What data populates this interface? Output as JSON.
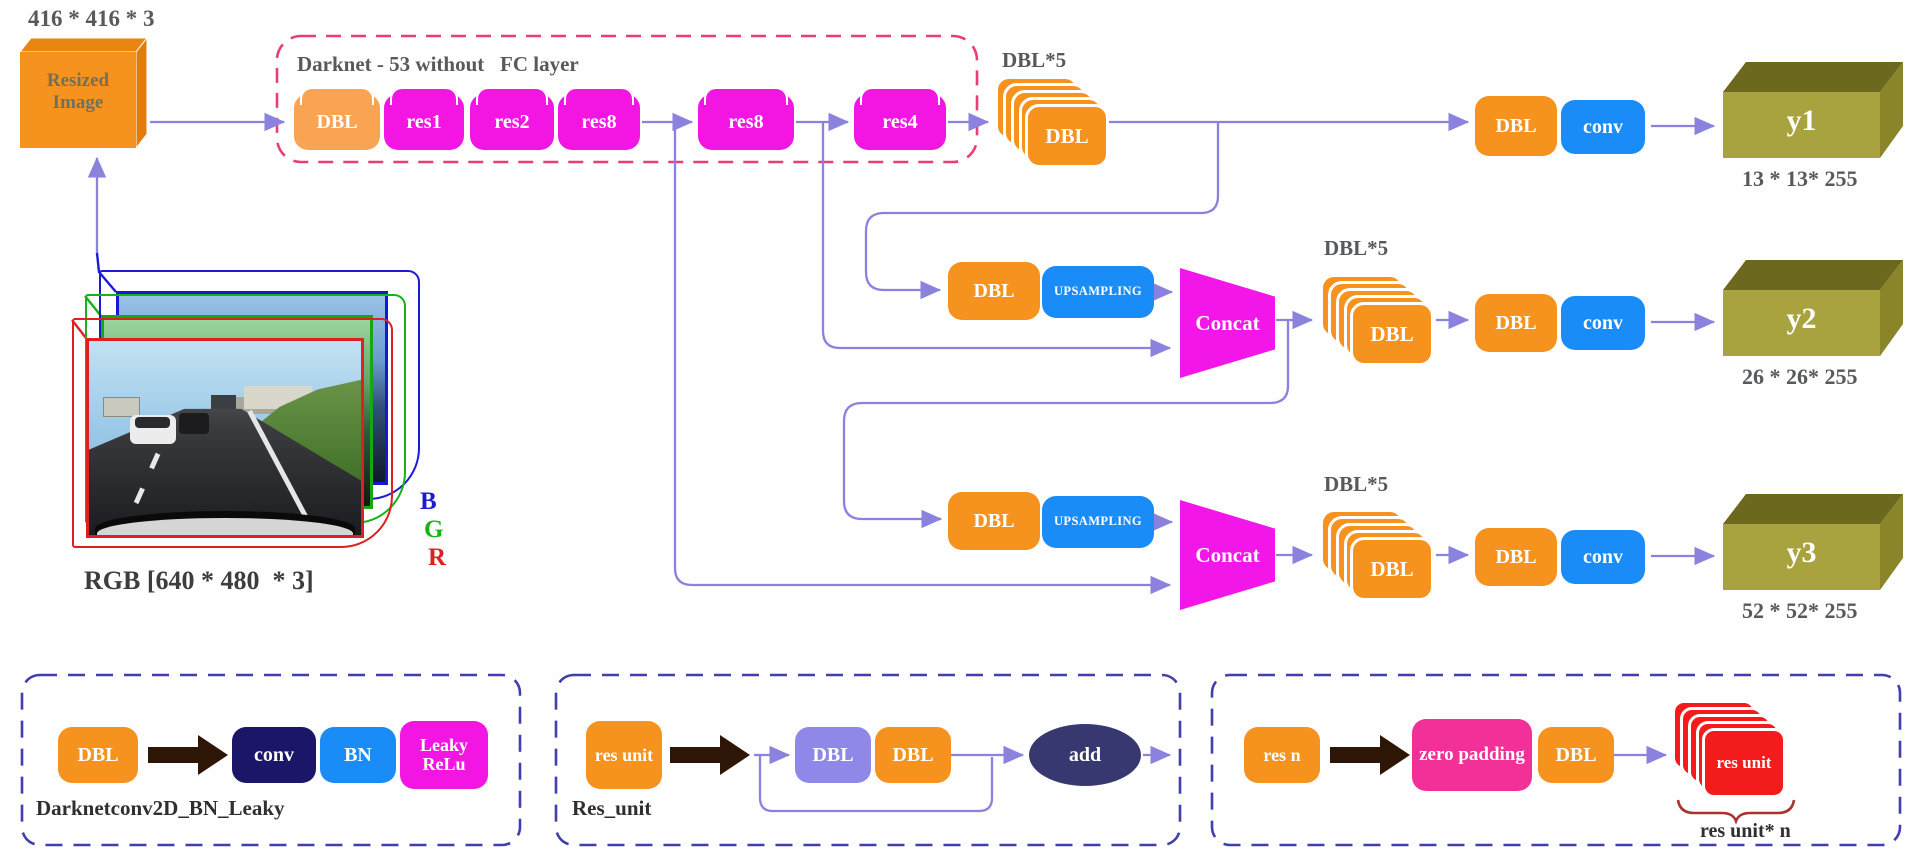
{
  "input": {
    "dims_label": "416 * 416 * 3",
    "resized_box": "Resized Image",
    "rgb_label": "RGB [640 * 480  * 3]",
    "channels": {
      "b": "B",
      "g": "G",
      "r": "R"
    }
  },
  "backbone": {
    "title": "Darknet - 53 without   FC layer",
    "blocks": [
      "DBL",
      "res1",
      "res2",
      "res8",
      "res8",
      "res4"
    ]
  },
  "blocks": {
    "dbl": "DBL",
    "dbl5": "DBL*5",
    "conv": "conv",
    "upsampling": "UPSAMPLING",
    "concat": "Concat"
  },
  "outputs": {
    "y1": {
      "name": "y1",
      "dims": "13 * 13* 255"
    },
    "y2": {
      "name": "y2",
      "dims": "26 * 26* 255"
    },
    "y3": {
      "name": "y3",
      "dims": "52 * 52* 255"
    }
  },
  "legends": {
    "dbl_expansion": {
      "title": "Darknetconv2D_BN_Leaky",
      "input_label": "DBL",
      "conv": "conv",
      "bn": "BN",
      "leaky": "Leaky ReLu"
    },
    "res_unit": {
      "title": "Res_unit",
      "input_label": "res unit",
      "dbl_a": "DBL",
      "dbl_b": "DBL",
      "add": "add"
    },
    "res_n": {
      "title": "res unit* n",
      "input_label": "res n",
      "zero_padding": "zero padding",
      "dbl": "DBL",
      "stack_label": "res unit"
    }
  },
  "colors": {
    "orange": "#F6921E",
    "light_orange": "#F9A452",
    "magenta": "#F315E2",
    "blue": "#1A8CF8",
    "concat_magenta": "#F316E9",
    "arrow_purple": "#8A82DD",
    "darknet_border": "#EA3D77",
    "legend_border": "#3F3FAE",
    "olive_face": "#A8A33F",
    "navy_conv": "#1C1668",
    "periwinkle_dbl": "#8F88E8",
    "add_navy": "#383870",
    "zero_padding_pink": "#F23097",
    "res_red": "#F31B1B",
    "label_gray": "#58595B"
  }
}
